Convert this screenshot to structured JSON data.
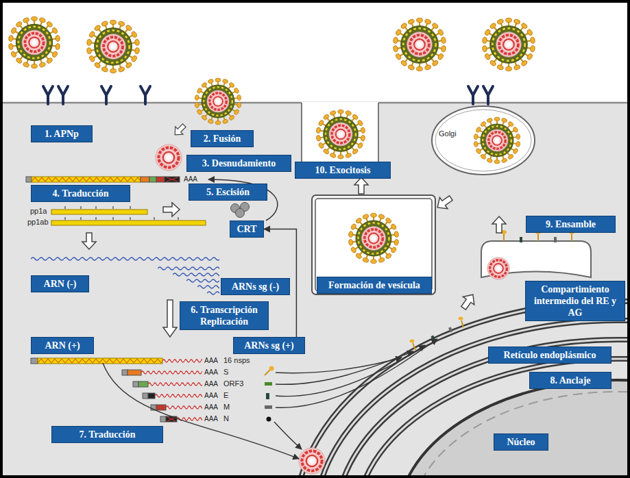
{
  "diagram": {
    "nodes": [
      {
        "text": [
          "1. APNp"
        ]
      },
      {
        "text": [
          "2. Fusión"
        ]
      },
      {
        "text": [
          "3. Desnudamiento"
        ]
      },
      {
        "text": [
          "10. Exocitosis"
        ]
      },
      {
        "text": [
          "4. Traducción"
        ]
      },
      {
        "text": [
          "5. Escisión"
        ]
      },
      {
        "text": [
          "CRT"
        ]
      },
      {
        "text": [
          "9. Ensamble"
        ]
      },
      {
        "text": [
          "ARN (-)"
        ]
      },
      {
        "text": [
          "Formación de vesícula"
        ]
      },
      {
        "text": [
          "ARNs sg (-)"
        ]
      },
      {
        "text": [
          "Compartimiento intermedio del RE y AG"
        ]
      },
      {
        "text": [
          "6. Transcripción Replicación"
        ]
      },
      {
        "text": [
          "ARN (+)"
        ]
      },
      {
        "text": [
          "ARNs sg (+)"
        ]
      },
      {
        "text": [
          "Retículo endoplásmico"
        ]
      },
      {
        "text": [
          "8. Anclaje"
        ]
      },
      {
        "text": [
          "7. Traducción"
        ]
      },
      {
        "text": [
          "Núcleo"
        ]
      }
    ],
    "edges": [
      {
        "from": 14,
        "to": 6,
        "arrow": "to"
      }
    ],
    "labels": [
      "Golgi",
      "pp1a",
      "pp1ab",
      "AAA",
      "AAA",
      "16 nsps",
      "AAA",
      "S",
      "AAA",
      "ORF3",
      "AAA",
      "E",
      "AAA",
      "M",
      "AAA",
      "N"
    ]
  }
}
